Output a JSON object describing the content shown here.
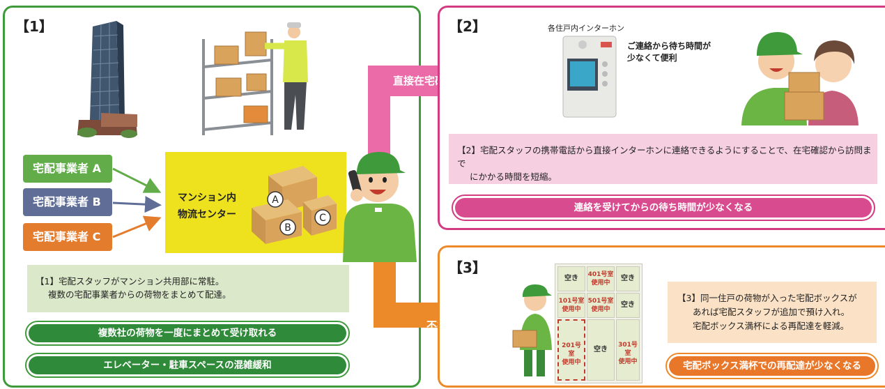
{
  "panel1": {
    "title": "【1】",
    "companies": [
      "宅配事業者 A",
      "宅配事業者 B",
      "宅配事業者 C"
    ],
    "center_line1": "マンション内",
    "center_line2": "物流センター",
    "box_labels": [
      "A",
      "B",
      "C"
    ],
    "note_line1": "【1】宅配スタッフがマンション共用部に常駐。",
    "note_line2": "複数の宅配事業者からの荷物をまとめて配達。",
    "benefit1": "複数社の荷物を一度にまとめて受け取れる",
    "benefit2": "エレベーター・駐車スペースの混雑緩和"
  },
  "arrows": {
    "direct": "直接在宅確認",
    "absent": "不在時"
  },
  "panel2": {
    "title": "【2】",
    "intercom_label": "各住戸内インターホン",
    "callout_line1": "ご連絡から待ち時間が",
    "callout_line2": "少なくて便利",
    "note_line1": "【2】宅配スタッフの携帯電話から直接インターホンに連絡できるようにすることで、在宅確認から訪問まで",
    "note_line2": "にかかる時間を短縮。",
    "benefit": "連絡を受けてからの待ち時間が少なくなる"
  },
  "panel3": {
    "title": "【3】",
    "locker": {
      "empty": "空き",
      "occupied_suffix": "使用中",
      "units": [
        "401号室",
        "101号室",
        "501号室",
        "201号室",
        "301号室"
      ]
    },
    "note_line1": "【3】同一住戸の荷物が入った宅配ボックスが",
    "note_line2": "あれば宅配スタッフが追加で預け入れ。",
    "note_line3": "宅配ボックス満杯による再配達を軽減。",
    "benefit": "宅配ボックス満杯での再配達が少なくなる"
  },
  "colors": {
    "green": "#3f9a3c",
    "pink": "#d23b82",
    "orange": "#ec8a2a",
    "blue_gray": "#5f6d97",
    "yellow": "#eee21f"
  }
}
